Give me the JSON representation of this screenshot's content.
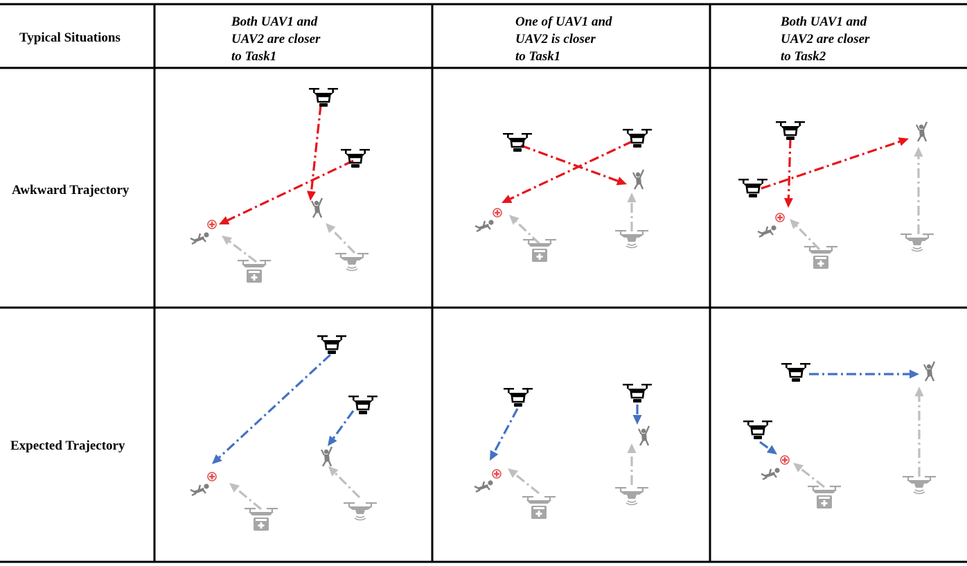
{
  "table": {
    "corner_header": "Typical Situations",
    "columns": [
      {
        "lines": [
          "Both UAV1 and",
          "UAV2 are closer",
          "to Task1"
        ]
      },
      {
        "lines": [
          "One of UAV1 and",
          "UAV2 is closer",
          "to Task1"
        ]
      },
      {
        "lines": [
          "Both UAV1 and",
          "UAV2 are closer",
          "to Task2"
        ]
      }
    ],
    "rows": [
      {
        "label": "Awkward Trajectory",
        "arrow_color": "#e8141b"
      },
      {
        "label": "Expected Trajectory",
        "arrow_color": "#4472c4"
      }
    ]
  },
  "colors": {
    "uav": "#000000",
    "support_path": "#bfbfbf",
    "support_uav": "#a6a6a6",
    "person": "#808080",
    "medical_marker": "#e84a4a",
    "grid_line": "#000000"
  },
  "icons": {
    "uav": "quadcopter-drone-icon",
    "cargo_uav": "medical-cargo-drone-icon",
    "signal_uav": "signal-drone-icon",
    "task1": "injured-person-icon",
    "task2": "waving-person-icon",
    "marker": "medical-cross-icon"
  }
}
